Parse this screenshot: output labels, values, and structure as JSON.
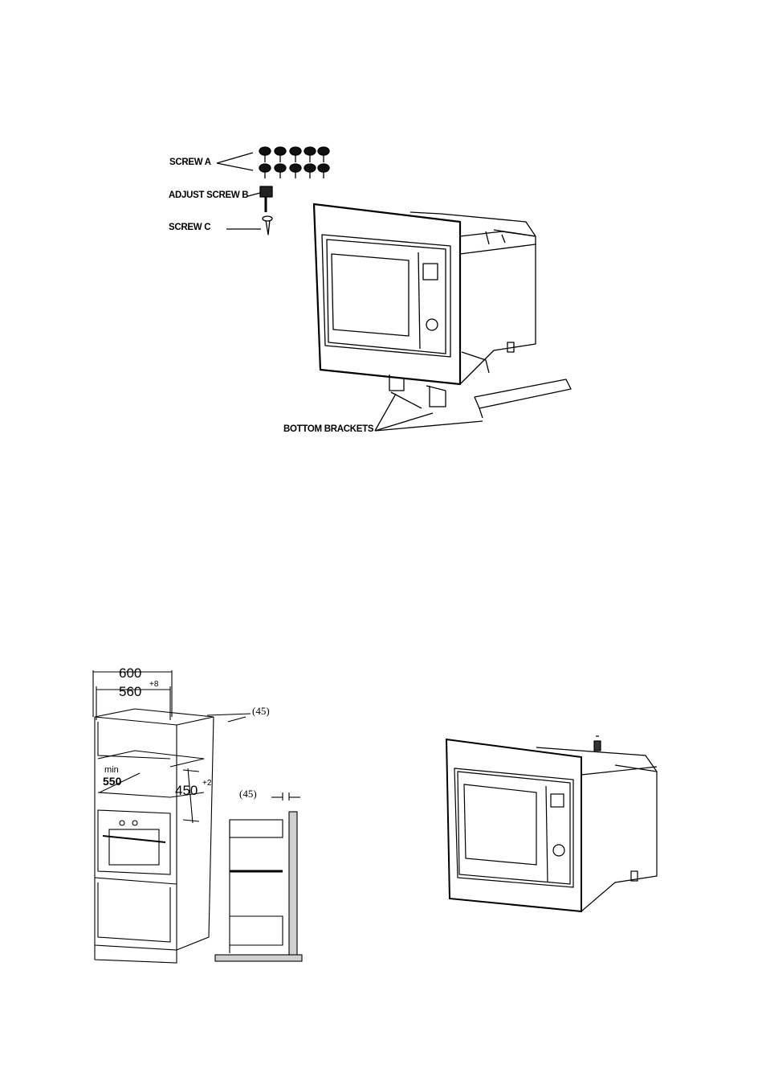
{
  "top_figure": {
    "labels": {
      "screw_a": "SCREW A",
      "adjust_screw_b": "ADJUST SCREW B",
      "screw_c": "SCREW C",
      "bottom_brackets": "BOTTOM BRACKETS"
    }
  },
  "cabinet_figure": {
    "dims": {
      "width_outer": "600",
      "width_inner": "560",
      "width_inner_tol": "+8",
      "gap_top": "(45)",
      "min_label": "min",
      "depth": "550",
      "height": "450",
      "height_tol": "+2",
      "gap_side": "(45)"
    }
  }
}
